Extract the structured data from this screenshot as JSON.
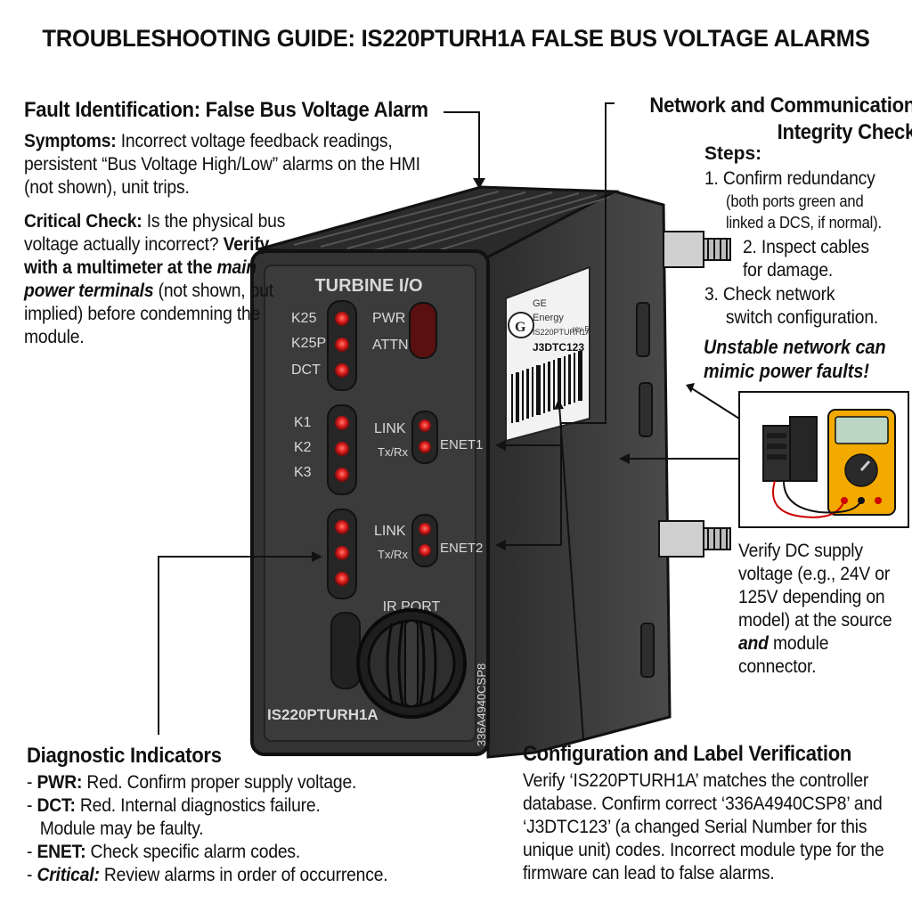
{
  "title": "TROUBLESHOOTING GUIDE: IS220PTURH1A FALSE BUS VOLTAGE ALARMS",
  "fault": {
    "heading": "Fault Identification: False Bus Voltage Alarm",
    "symptoms_label": "Symptoms:",
    "symptoms_text": "Incorrect voltage feedback readings, persistent “Bus Voltage High/Low” alarms on the HMI (not shown), unit trips.",
    "critical_label": "Critical Check:",
    "critical_text1": "Is the physical bus voltage actually incorrect?",
    "critical_bold": "Verify with a multimeter at the",
    "critical_italic": "main power terminals",
    "critical_text2": "(not shown, but implied) before condemning the module."
  },
  "network": {
    "heading_line1": "Network and Communication",
    "heading_line2": "Integrity Check",
    "steps_label": "Steps:",
    "step1": "1. Confirm redundancy",
    "step1_sub_line1": "(both ports green and",
    "step1_sub_line2": "linked a DCS, if normal).",
    "step2_line1": "2. Inspect cables",
    "step2_line2": "for damage.",
    "step3_line1": "3. Check network",
    "step3_line2": "switch configuration.",
    "warning": "Unstable network can mimic power faults!"
  },
  "dc_verify": {
    "text_before": "Verify DC supply voltage (e.g., 24V or 125V depending on model) at the source",
    "text_and": "and",
    "text_after": "module connector."
  },
  "diagnostic": {
    "heading": "Diagnostic Indicators",
    "items": [
      {
        "key": "PWR:",
        "text": "Red. Confirm proper supply voltage."
      },
      {
        "key": "DCT:",
        "text": "Red. Internal diagnostics failure."
      },
      {
        "key": "",
        "text": "Module may be faulty."
      },
      {
        "key": "ENET:",
        "text": "Check specific alarm codes."
      },
      {
        "key": "Critical:",
        "text": "Review alarms in order of occurrence."
      }
    ]
  },
  "config": {
    "heading": "Configuration and Label Verification",
    "body": "Verify ‘IS220PTURH1A’ matches the controller database. Confirm correct ‘336A4940CSP8’ and ‘J3DTC123’ (a changed Serial Number for this unique unit) codes. Incorrect module type for the firmware can lead to false alarms."
  },
  "device": {
    "panel_title": "TURBINE I/O",
    "led_labels_top": [
      "K25",
      "K25P",
      "DCT"
    ],
    "led_labels_mid": [
      "K1",
      "K2",
      "K3"
    ],
    "pwr_label": "PWR",
    "attn_label": "ATTN",
    "link1_label": "LINK",
    "txrx1_label": "Tx/Rx",
    "enet1_label": "ENET1",
    "link2_label": "LINK",
    "txrx2_label": "Tx/Rx",
    "enet2_label": "ENET2",
    "ir_port_label": "IR PORT",
    "model_label": "IS220PTURH1A",
    "part_number": "336A4940CSP8",
    "sticker_brand1": "GE",
    "sticker_brand2": "Energy",
    "sticker_model": "IS220PTURH1A",
    "sticker_rev": "rev E",
    "sticker_serial": "J3DTC123"
  },
  "colors": {
    "led_red": "#e02020",
    "housing": "#3a3a3a"
  }
}
